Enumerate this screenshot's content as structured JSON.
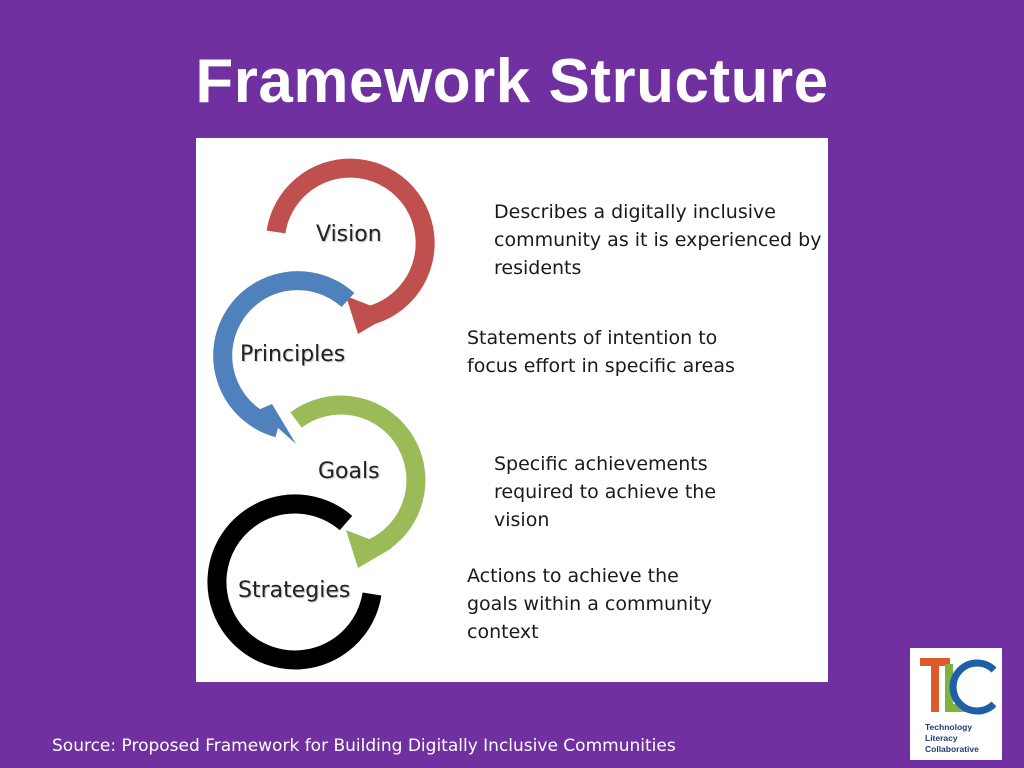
{
  "slide": {
    "title": "Framework Structure",
    "source": "Source: Proposed Framework for Building Digitally Inclusive Communities"
  },
  "diagram": {
    "stages": [
      {
        "label": "Vision",
        "color": "#C0504D",
        "description": "Describes a digitally inclusive\ncommunity as it is experienced by\nresidents"
      },
      {
        "label": "Principles",
        "color": "#4F81BD",
        "description": "Statements of intention to\nfocus effort in specific areas"
      },
      {
        "label": "Goals",
        "color": "#9BBB59",
        "description": "Specific achievements\nrequired to achieve the\nvision"
      },
      {
        "label": "Strategies",
        "color": "#000000",
        "description": "Actions to achieve the\ngoals within a community\ncontext"
      }
    ]
  },
  "logo": {
    "letters": "TLC",
    "line1": "Technology",
    "line2": "Literacy",
    "line3": "Collaborative",
    "colors": {
      "t": "#E0592A",
      "l": "#7FB241",
      "c": "#1F5FA8"
    }
  },
  "colors": {
    "background": "#7030A0",
    "title_text": "#FFFFFF",
    "panel": "#FFFFFF"
  }
}
